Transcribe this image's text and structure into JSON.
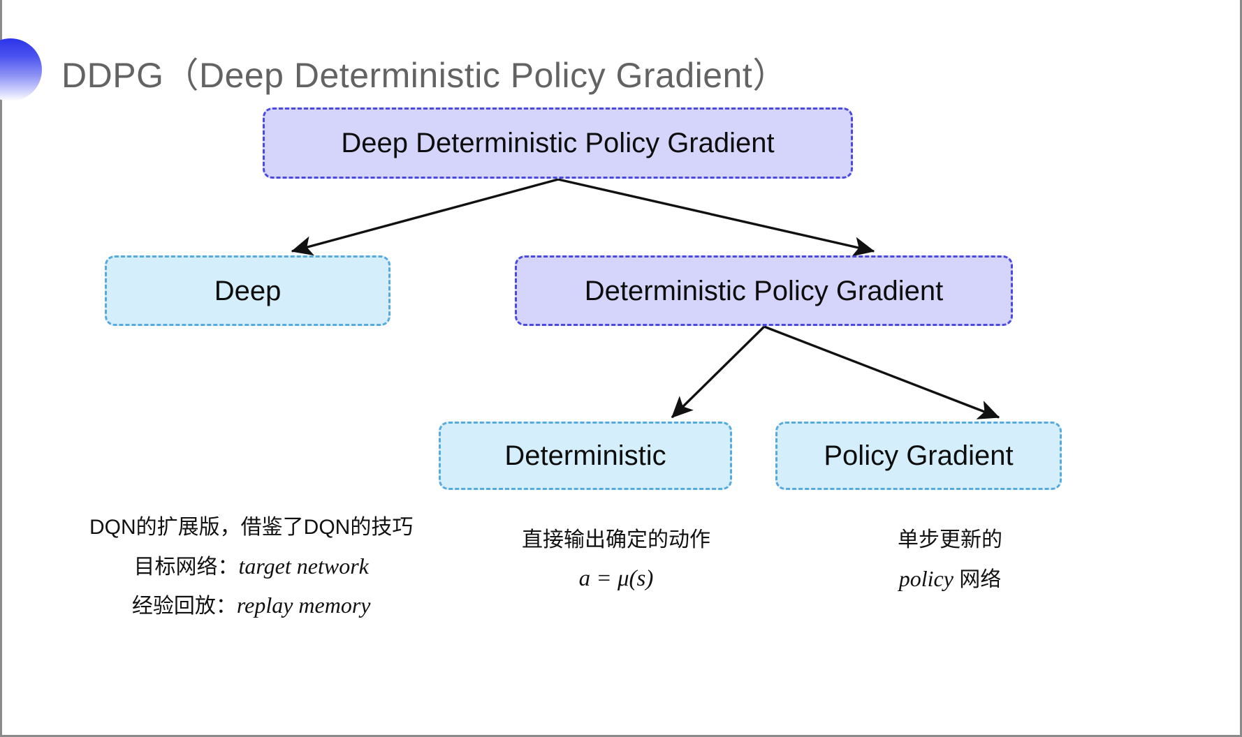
{
  "slide": {
    "title": "DDPG（Deep Deterministic Policy Gradient）",
    "bullet_icon": "half-circle-gradient-icon",
    "background_color": "#ffffff"
  },
  "colors": {
    "purple_fill": "#d5d4fb",
    "purple_border": "#4a49e0",
    "cyan_fill": "#d5eefb",
    "cyan_border": "#56aade",
    "title_text": "#636363",
    "arrow": "#111111"
  },
  "diagram": {
    "type": "tree",
    "nodes": [
      {
        "id": "root",
        "label": "Deep Deterministic Policy Gradient",
        "style": "purple"
      },
      {
        "id": "deep",
        "label": "Deep",
        "style": "cyan"
      },
      {
        "id": "dpg",
        "label": "Deterministic Policy Gradient",
        "style": "purple"
      },
      {
        "id": "deterministic",
        "label": "Deterministic",
        "style": "cyan"
      },
      {
        "id": "policy_gradient",
        "label": "Policy Gradient",
        "style": "cyan"
      }
    ],
    "edges": [
      {
        "from": "root",
        "to": "deep"
      },
      {
        "from": "root",
        "to": "dpg"
      },
      {
        "from": "dpg",
        "to": "deterministic"
      },
      {
        "from": "dpg",
        "to": "policy_gradient"
      }
    ]
  },
  "captions": {
    "left": {
      "line1": "DQN的扩展版，借鉴了DQN的技巧",
      "line2_label": "目标网络：",
      "line2_term": "target network",
      "line3_label": "经验回放：",
      "line3_term": "replay memory"
    },
    "middle": {
      "line1": "直接输出确定的动作",
      "formula": "a = μ(s)"
    },
    "right": {
      "line1": "单步更新的",
      "line2_term": "policy",
      "line2_suffix": " 网络"
    }
  }
}
